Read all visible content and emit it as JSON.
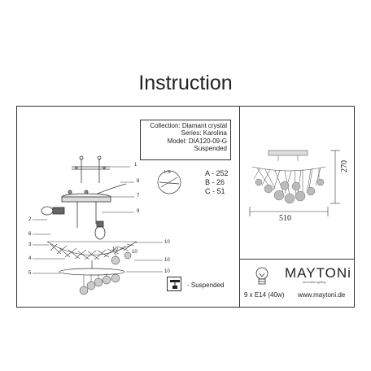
{
  "page": {
    "title": "Instruction"
  },
  "info_box": {
    "collection": "Collection: Diamant crystal",
    "series": "Series: Karolina",
    "model": "Model: DIA120-09-G",
    "type": "Suspended"
  },
  "specs": {
    "a": "A - 252",
    "b": "B - 26",
    "c": "C - 51"
  },
  "legend": {
    "text": "- Suspended"
  },
  "dimensions": {
    "width": "510",
    "height": "270"
  },
  "lamp": {
    "spec": "9 x E14 (40w)"
  },
  "brand": {
    "name": "MAYTONi",
    "tagline": "decorative lighting",
    "website": "www.maytoni.de"
  },
  "callouts": {
    "left": [
      "2",
      "6",
      "3",
      "4",
      "5"
    ],
    "right": [
      "1",
      "8",
      "7",
      "9",
      "10",
      "10",
      "10",
      "10"
    ],
    "mid": [
      "10"
    ]
  }
}
